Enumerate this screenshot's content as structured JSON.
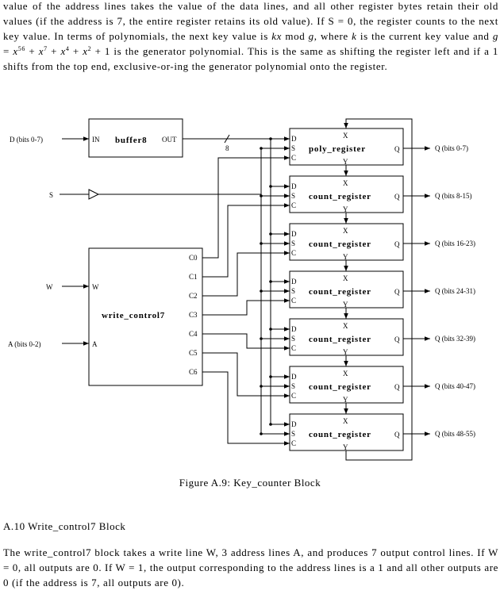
{
  "intro": {
    "segments": [
      {
        "t": "value of the address lines takes the value of the data lines, and all other register bytes retain their old values (if the address is 7, the entire register retains its old value).  If S = 0, the register counts to the next key value.  In terms of polynomials, the next key value is "
      },
      {
        "t": "kx",
        "i": true
      },
      {
        "t": " mod "
      },
      {
        "t": "g",
        "i": true
      },
      {
        "t": ", where "
      },
      {
        "t": "k",
        "i": true
      },
      {
        "t": " is the current key value and "
      },
      {
        "t": "g",
        "i": true
      },
      {
        "t": " = "
      },
      {
        "t": "x",
        "i": true
      },
      {
        "t": "56",
        "sup": true
      },
      {
        "t": " + "
      },
      {
        "t": "x",
        "i": true
      },
      {
        "t": "7",
        "sup": true
      },
      {
        "t": " + "
      },
      {
        "t": "x",
        "i": true
      },
      {
        "t": "4",
        "sup": true
      },
      {
        "t": " + "
      },
      {
        "t": "x",
        "i": true
      },
      {
        "t": "2",
        "sup": true
      },
      {
        "t": " + 1 is the generator polynomial.  This is the same as shifting the register left and if a 1 shifts from the top end, exclusive-or-ing the generator polynomial onto the register."
      }
    ]
  },
  "diagram": {
    "inputs": {
      "d": "D (bits 0-7)",
      "s": "S",
      "w": "W",
      "a": "A (bits 0-2)"
    },
    "buffer": {
      "name": "buffer8",
      "in": "IN",
      "out": "OUT",
      "bus_width": "8"
    },
    "write_control": {
      "name": "write_control7",
      "w": "W",
      "a": "A",
      "outputs": [
        "C0",
        "C1",
        "C2",
        "C3",
        "C4",
        "C5",
        "C6"
      ]
    },
    "registers": [
      {
        "name": "poly_register",
        "output": "Q (bits 0-7)"
      },
      {
        "name": "count_register",
        "output": "Q (bits 8-15)"
      },
      {
        "name": "count_register",
        "output": "Q (bits 16-23)"
      },
      {
        "name": "count_register",
        "output": "Q (bits 24-31)"
      },
      {
        "name": "count_register",
        "output": "Q (bits 32-39)"
      },
      {
        "name": "count_register",
        "output": "Q (bits 40-47)"
      },
      {
        "name": "count_register",
        "output": "Q (bits 48-55)"
      }
    ],
    "pins": {
      "d": "D",
      "s": "S",
      "c": "C",
      "x": "X",
      "y": "Y",
      "q": "Q"
    }
  },
  "caption": "Figure A.9:  Key_counter Block",
  "section_heading": "A.10   Write_control7 Block",
  "description": "The write_control7 block takes a write line W, 3 address lines A, and produces 7 output control lines.  If W = 0, all outputs are 0.  If W = 1, the output corresponding to the address lines is a 1 and all other outputs are 0 (if the address is 7, all outputs are 0)."
}
